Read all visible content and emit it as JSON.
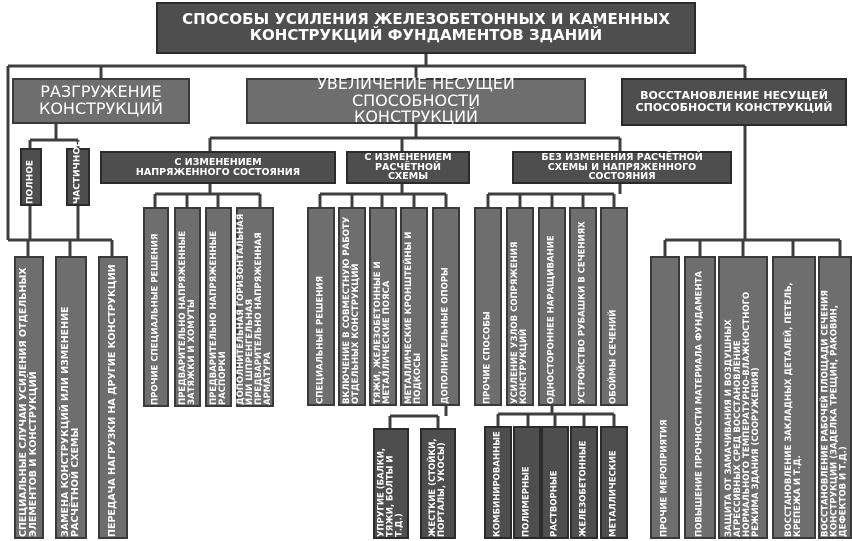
{
  "title": "СПОСОБЫ УСИЛЕНИЯ ЖЕЛЕЗОБЕТОННЫХ И КАМЕННЫХ КОНСТРУКЦИЙ ФУНДАМЕНТОВ ЗДАНИЙ",
  "groups": {
    "unloading": "РАЗГРУЖЕНИЕ КОНСТРУКЦИЙ",
    "increase": "УВЕЛИЧЕНИЕ НЕСУЩЕЙ СПОСОБНОСТИ КОНСТРУКЦИЙ",
    "restore": "ВОССТАНОВЛЕНИЕ НЕСУЩЕЙ СПОСОБНОСТИ КОНСТРУКЦИЙ"
  },
  "unloading_types": [
    "ПОЛНОЕ",
    "ЧАСТИЧНОЕ"
  ],
  "unloading_items": [
    "СПЕЦИАЛЬНЫЕ СЛУЧАИ УСИЛЕНИЯ ОТДЕЛЬНЫХ ЭЛЕМЕНТОВ И КОНСТРУКЦИЙ",
    "ЗАМЕНА КОНСТРУКЦИЙ ИЛИ ИЗМЕНЕНИЕ РАСЧЁТНОЙ СХЕМЫ",
    "ПЕРЕДАЧА НАГРУЗКИ НА ДРУГИЕ КОНСТРУКЦИИ"
  ],
  "subgroups": {
    "stress": "С ИЗМЕНЕНИЕМ НАПРЯЖЕННОГО СОСТОЯНИЯ",
    "scheme": "С ИЗМЕНЕНИЕМ РАСЧЁТНОЙ СХЕМЫ",
    "none": "БЕЗ ИЗМЕНЕНИЯ РАСЧЁТНОЙ СХЕМЫ И НАПРЯЖЕННОГО СОСТОЯНИЯ"
  },
  "stress_items": [
    "ПРОЧИЕ СПЕЦИАЛЬНЫЕ РЕШЕНИЯ",
    "ПРЕДВАРИТЕЛЬНО НАПРЯЖЕННЫЕ ЗАТЯЖКИ И ХОМУТЫ",
    "ПРЕДВАРИТЕЛЬНО НАПРЯЖЕННЫЕ РАСПОРКИ",
    "ДОПОЛНИТЕЛЬНАЯ ГОРИЗОНТАЛЬНАЯ ИЛИ ШПРЕНГЕЛЬНАЯ ПРЕДВАРИТЕЛЬНО НАПРЯЖЕННАЯ АРМАТУРА"
  ],
  "scheme_items": [
    "СПЕЦИАЛЬНЫЕ РЕШЕНИЯ",
    "ВКЛЮЧЕНИЕ В СОВМЕСТНУЮ РАБОТУ ОТДЕЛЬНЫХ КОНСТРУКЦИЙ",
    "ТЯЖИ, ЖЕЛЕЗОБЕТОННЫЕ И МЕТАЛЛИЧЕСКИЕ ПОЯСА",
    "МЕТАЛЛИЧЕСКИЕ КРОНШТЕЙНЫ И ПОДКОСЫ",
    "ДОПОЛНИТЕЛЬНЫЕ ОПОРЫ"
  ],
  "support_items": [
    "УПРУГИЕ (БАЛКИ, ТЯЖИ, БОЛТЫ И Т.Д.)",
    "ЖЕСТКИЕ (СТОЙКИ, ПОРТАЛЫ, УКОСЫ)"
  ],
  "none_items": [
    "ПРОЧИЕ СПОСОБЫ",
    "УСИЛЕНИЕ УЗЛОВ СОПРЯЖЕНИЯ КОНСТРУКЦИЙ",
    "ОДНОСТОРОННЕЕ НАРАЩИВАНИЕ",
    "УСТРОЙСТВО РУБАШКИ В СЕЧЕНИЯХ",
    "ОБОЙМЫ СЕЧЕНИЙ"
  ],
  "material_items": [
    "КОМБИНИРОВАННЫЕ",
    "ПОЛИМЕРНЫЕ",
    "РАСТВОРНЫЕ",
    "ЖЕЛЕЗОБЕТОННЫЕ",
    "МЕТАЛЛИЧЕСКИЕ"
  ],
  "restore_items": [
    "ПРОЧИЕ МЕРОПРИЯТИЯ",
    "ПОВЫШЕНИЕ ПРОЧНОСТИ МАТЕРИАЛА ФУНДАМЕНТА",
    "ЗАЩИТА ОТ ЗАМАЧИВАНИЯ И ВОЗДУШНЫХ АГРЕССИВНЫХ СРЕД ВОССТАНОВЛЕНИЕ НОРМАЛЬНОГО ТЕМПЕРАТУРНО-ВЛАЖНОСТНОГО РЕЖИМА ЗДАНИЯ (СООРУЖЕНИЯ)",
    "ВОССТАНОВЛЕНИЕ ЗАКЛАДНЫХ ДЕТАЛЕЙ, ПЕТЕЛЬ, КРЕПЕЖА И Т.Д.",
    "ВОССТАНОВЛЕНИЕ РАБОЧЕЙ ПЛОЩАДИ СЕЧЕНИЯ КОНСТРУКЦИИ (ЗАДЕЛКА ТРЕЩИН, РАКОВИН, ДЕФЕКТОВ И Т.Д.)"
  ]
}
